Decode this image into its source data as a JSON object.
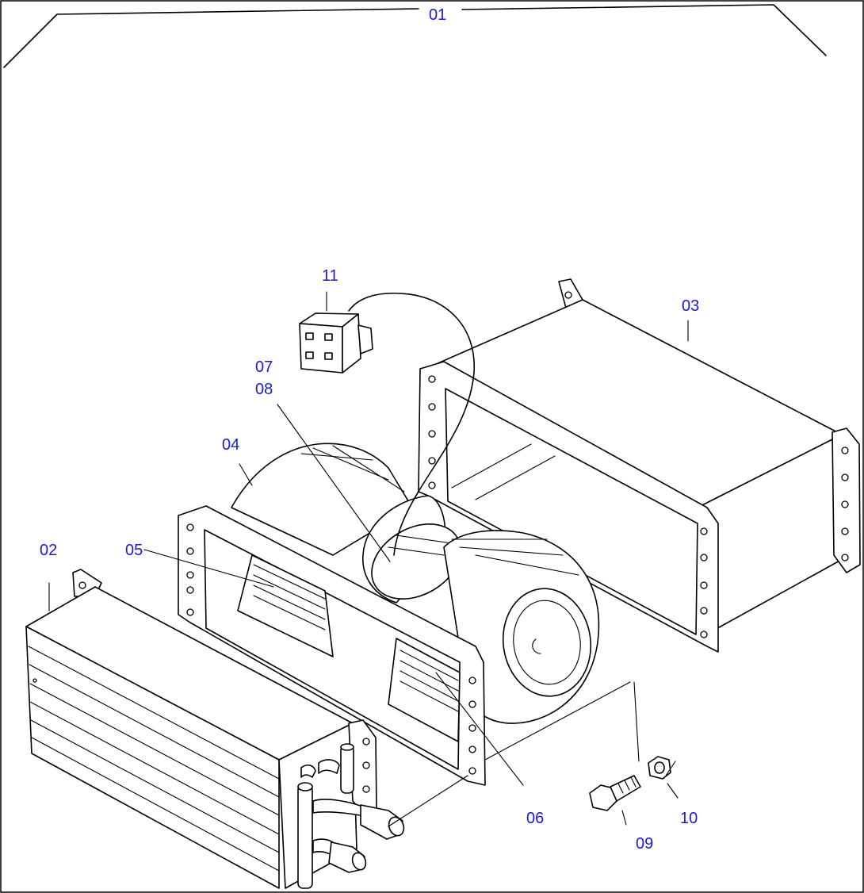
{
  "labels": {
    "l01": "01",
    "l02": "02",
    "l03": "03",
    "l04": "04",
    "l05": "05",
    "l06": "06",
    "l07": "07",
    "l08": "08",
    "l09": "09",
    "l10": "10",
    "l11": "11"
  },
  "colors": {
    "label": "#1a1ad0",
    "line": "#000000",
    "background": "#ffffff"
  }
}
